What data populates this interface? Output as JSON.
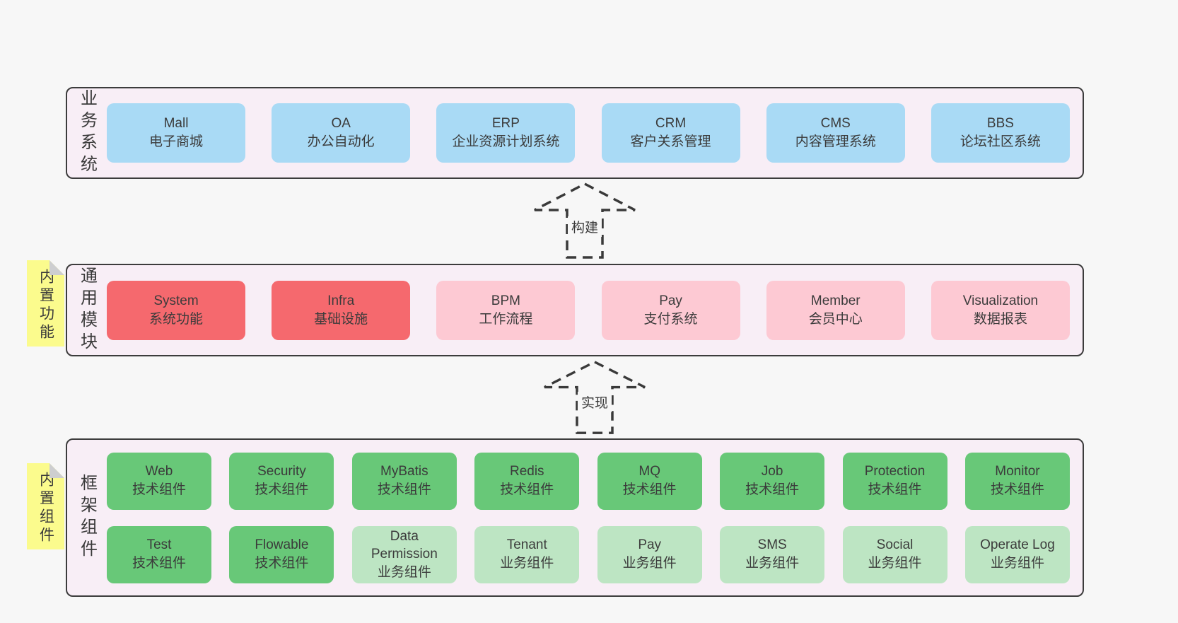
{
  "page": {
    "background": "#f7f7f7",
    "panel_background": "#f8eef6",
    "panel_border": "#3c3c3c"
  },
  "colors": {
    "business_box": "#a9daf5",
    "core_module_box": "#f5696e",
    "optional_module_box": "#fdc9d3",
    "tech_component_box": "#68c878",
    "biz_component_box": "#bde5c3",
    "sticky_note": "#fbfb8d",
    "sticky_fold": "#cdced0"
  },
  "arrows": [
    {
      "label": "构建"
    },
    {
      "label": "实现"
    }
  ],
  "layers": [
    {
      "label": "业务系统",
      "boxes": [
        {
          "name": "Mall",
          "desc": "电子商城",
          "variant": "business"
        },
        {
          "name": "OA",
          "desc": "办公自动化",
          "variant": "business"
        },
        {
          "name": "ERP",
          "desc": "企业资源计划系统",
          "variant": "business"
        },
        {
          "name": "CRM",
          "desc": "客户关系管理",
          "variant": "business"
        },
        {
          "name": "CMS",
          "desc": "内容管理系统",
          "variant": "business"
        },
        {
          "name": "BBS",
          "desc": "论坛社区系统",
          "variant": "business"
        }
      ]
    },
    {
      "label": "通用模块",
      "sticky": "内置功能",
      "boxes": [
        {
          "name": "System",
          "desc": "系统功能",
          "variant": "core"
        },
        {
          "name": "Infra",
          "desc": "基础设施",
          "variant": "core"
        },
        {
          "name": "BPM",
          "desc": "工作流程",
          "variant": "optional"
        },
        {
          "name": "Pay",
          "desc": "支付系统",
          "variant": "optional"
        },
        {
          "name": "Member",
          "desc": "会员中心",
          "variant": "optional"
        },
        {
          "name": "Visualization",
          "desc": "数据报表",
          "variant": "optional"
        }
      ]
    },
    {
      "label": "框架组件",
      "sticky": "内置组件",
      "rows": [
        [
          {
            "name": "Web",
            "desc": "技术组件",
            "variant": "tech"
          },
          {
            "name": "Security",
            "desc": "技术组件",
            "variant": "tech"
          },
          {
            "name": "MyBatis",
            "desc": "技术组件",
            "variant": "tech"
          },
          {
            "name": "Redis",
            "desc": "技术组件",
            "variant": "tech"
          },
          {
            "name": "MQ",
            "desc": "技术组件",
            "variant": "tech"
          },
          {
            "name": "Job",
            "desc": "技术组件",
            "variant": "tech"
          },
          {
            "name": "Protection",
            "desc": "技术组件",
            "variant": "tech"
          },
          {
            "name": "Monitor",
            "desc": "技术组件",
            "variant": "tech"
          }
        ],
        [
          {
            "name": "Test",
            "desc": "技术组件",
            "variant": "tech"
          },
          {
            "name": "Flowable",
            "desc": "技术组件",
            "variant": "tech"
          },
          {
            "name": "Data Permission",
            "desc": "业务组件",
            "variant": "biz"
          },
          {
            "name": "Tenant",
            "desc": "业务组件",
            "variant": "biz"
          },
          {
            "name": "Pay",
            "desc": "业务组件",
            "variant": "biz"
          },
          {
            "name": "SMS",
            "desc": "业务组件",
            "variant": "biz"
          },
          {
            "name": "Social",
            "desc": "业务组件",
            "variant": "biz"
          },
          {
            "name": "Operate Log",
            "desc": "业务组件",
            "variant": "biz"
          }
        ]
      ]
    }
  ]
}
